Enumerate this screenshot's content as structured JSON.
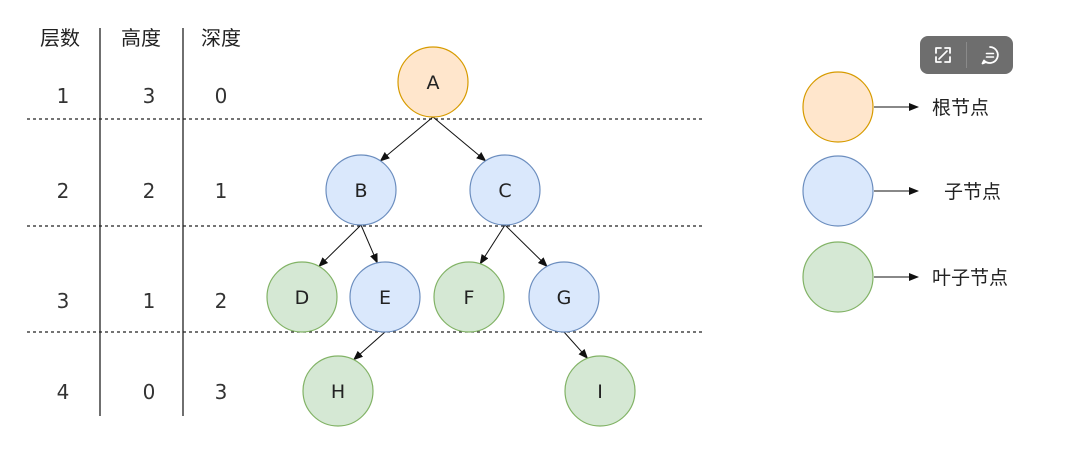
{
  "table": {
    "headers": [
      "层数",
      "高度",
      "深度"
    ],
    "rows": [
      [
        "1",
        "3",
        "0"
      ],
      [
        "2",
        "2",
        "1"
      ],
      [
        "3",
        "1",
        "2"
      ],
      [
        "4",
        "0",
        "3"
      ]
    ]
  },
  "tree": {
    "nodes": [
      {
        "id": "A",
        "label": "A",
        "type": "root"
      },
      {
        "id": "B",
        "label": "B",
        "type": "child"
      },
      {
        "id": "C",
        "label": "C",
        "type": "child"
      },
      {
        "id": "D",
        "label": "D",
        "type": "leaf"
      },
      {
        "id": "E",
        "label": "E",
        "type": "child"
      },
      {
        "id": "F",
        "label": "F",
        "type": "leaf"
      },
      {
        "id": "G",
        "label": "G",
        "type": "child"
      },
      {
        "id": "H",
        "label": "H",
        "type": "leaf"
      },
      {
        "id": "I",
        "label": "I",
        "type": "leaf"
      }
    ],
    "edges": [
      [
        "A",
        "B"
      ],
      [
        "A",
        "C"
      ],
      [
        "B",
        "D"
      ],
      [
        "B",
        "E"
      ],
      [
        "C",
        "F"
      ],
      [
        "C",
        "G"
      ],
      [
        "E",
        "H"
      ],
      [
        "G",
        "I"
      ]
    ]
  },
  "legend": [
    {
      "type": "root",
      "label": "根节点"
    },
    {
      "type": "child",
      "label": "子节点"
    },
    {
      "type": "leaf",
      "label": "叶子节点"
    }
  ],
  "colors": {
    "root": {
      "fill": "#ffe6cc",
      "stroke": "#d79b00"
    },
    "child": {
      "fill": "#dae8fc",
      "stroke": "#6c8ebf"
    },
    "leaf": {
      "fill": "#d5e8d4",
      "stroke": "#82b366"
    }
  },
  "toolbar": {
    "icons": [
      "expand-icon",
      "comment-icon"
    ]
  }
}
